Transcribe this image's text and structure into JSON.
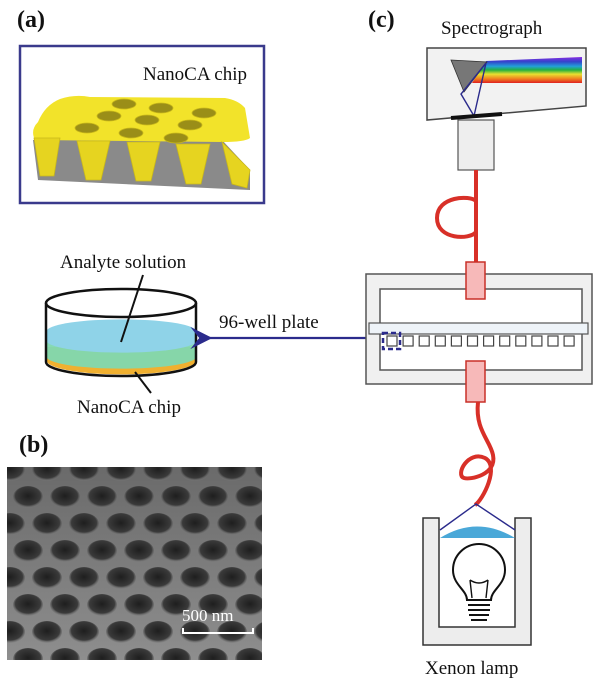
{
  "panels": {
    "a": {
      "label": "(a)",
      "chip_title": "NanoCA chip",
      "analyte_label": "Analyte solution",
      "chip_label": "NanoCA chip",
      "plate_label": "96-well plate"
    },
    "b": {
      "label": "(b)",
      "scale_bar_label": "500 nm"
    },
    "c": {
      "label": "(c)",
      "spectrograph_label": "Spectrograph",
      "lamp_label": "Xenon lamp"
    }
  },
  "colors": {
    "frame_border": "#3a3a8c",
    "chip_gold": "#f2e32a",
    "chip_shadow": "#c9b81a",
    "chip_base": "#8a8a8a",
    "analyte_blue": "#8fd3e8",
    "analyte_green": "#7fd8b0",
    "chip_orange": "#f0b030",
    "fiber_red": "#d83028",
    "holder_pink": "#f7b9b9",
    "arrow_navy": "#2b2b8c",
    "box_fill": "#efefef",
    "lens_blue": "#4aa8d8",
    "prism_gray": "#777777"
  },
  "well_plate": {
    "well_count": 12,
    "highlighted_well_index": 0
  }
}
